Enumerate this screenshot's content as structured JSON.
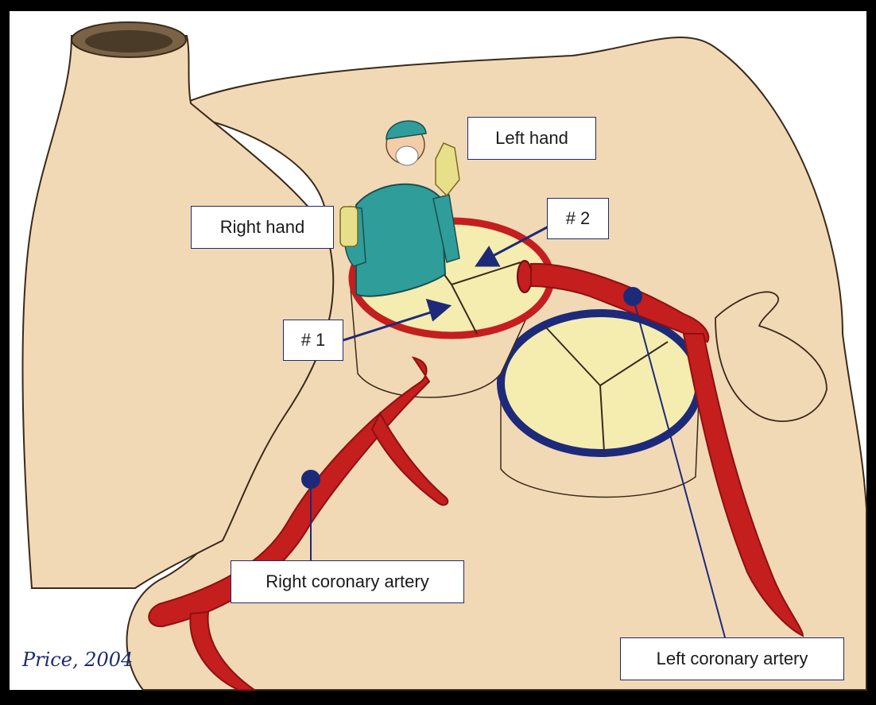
{
  "labels": {
    "left_hand": "Left hand",
    "right_hand": "Right hand",
    "num1": "# 1",
    "num2": "# 2",
    "rca": "Right coronary artery",
    "lca": "Left coronary artery"
  },
  "signature": "Price, 2004",
  "colors": {
    "background": "#000000",
    "tissue": "#f2d9b6",
    "tissue_outline": "#3a2a1a",
    "artery": "#c41e1e",
    "artery_dark": "#8e1010",
    "valve_leaflet": "#f5ecb0",
    "annulus_blue": "#1d2a7a",
    "label_border": "#1d2a6e",
    "scrubs": "#2f9d9a",
    "glove": "#e8df8a"
  },
  "icons": [
    "surgeon-figure",
    "arrow-icon"
  ]
}
